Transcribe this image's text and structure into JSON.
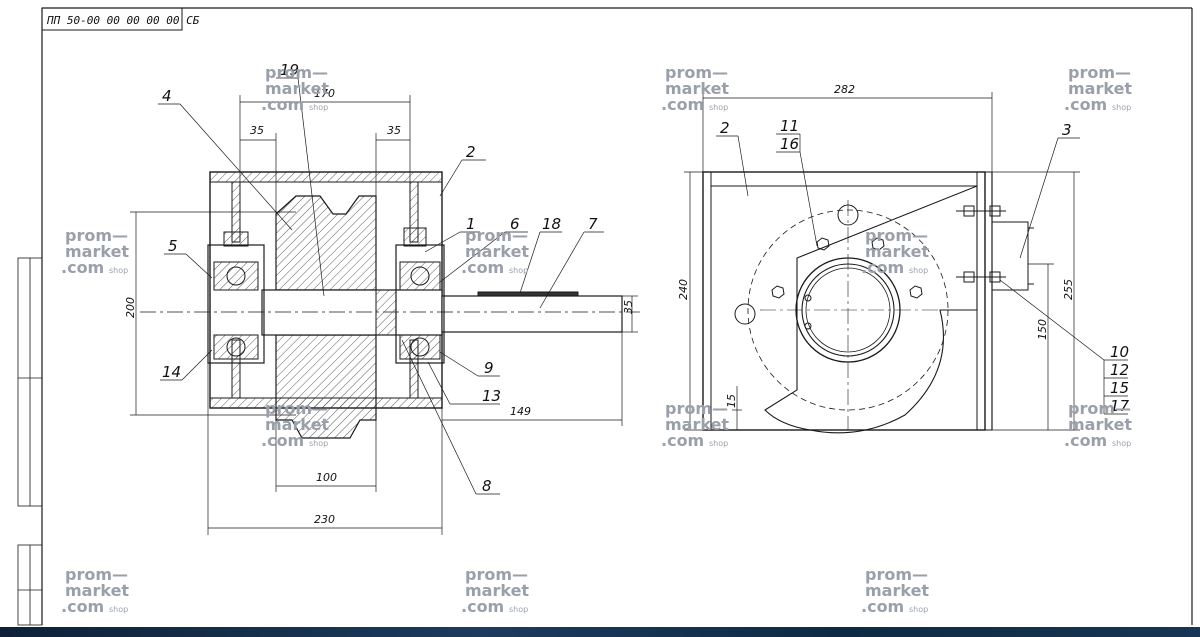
{
  "stamp": {
    "code": "ПП 50-00 00 00 00 00 СБ"
  },
  "left_view": {
    "dimensions": {
      "d170": "170",
      "d35a": "35",
      "d35b": "35",
      "d200": "200",
      "d100": "100",
      "d230": "230",
      "d149": "149",
      "d35c": "35"
    },
    "labels": {
      "p19": "19",
      "p4": "4",
      "p2": "2",
      "p1": "1",
      "p6": "6",
      "p18": "18",
      "p7": "7",
      "p5": "5",
      "p14": "14",
      "p9": "9",
      "p13": "13",
      "p8": "8"
    }
  },
  "right_view": {
    "dimensions": {
      "d282": "282",
      "d240": "240",
      "d255": "255",
      "d150": "150",
      "d15": "15"
    },
    "labels": {
      "p2": "2",
      "p11": "11",
      "p16": "16",
      "p3": "3",
      "p10": "10",
      "p12": "12",
      "p15": "15",
      "p17": "17"
    }
  },
  "watermark": {
    "line1": "prom—",
    "line2": "market",
    "line3": ".com",
    "suffix": "shop"
  },
  "colors": {
    "line": "#1a1a1a",
    "watermark": "#9aa0aa",
    "band": "#173554"
  }
}
